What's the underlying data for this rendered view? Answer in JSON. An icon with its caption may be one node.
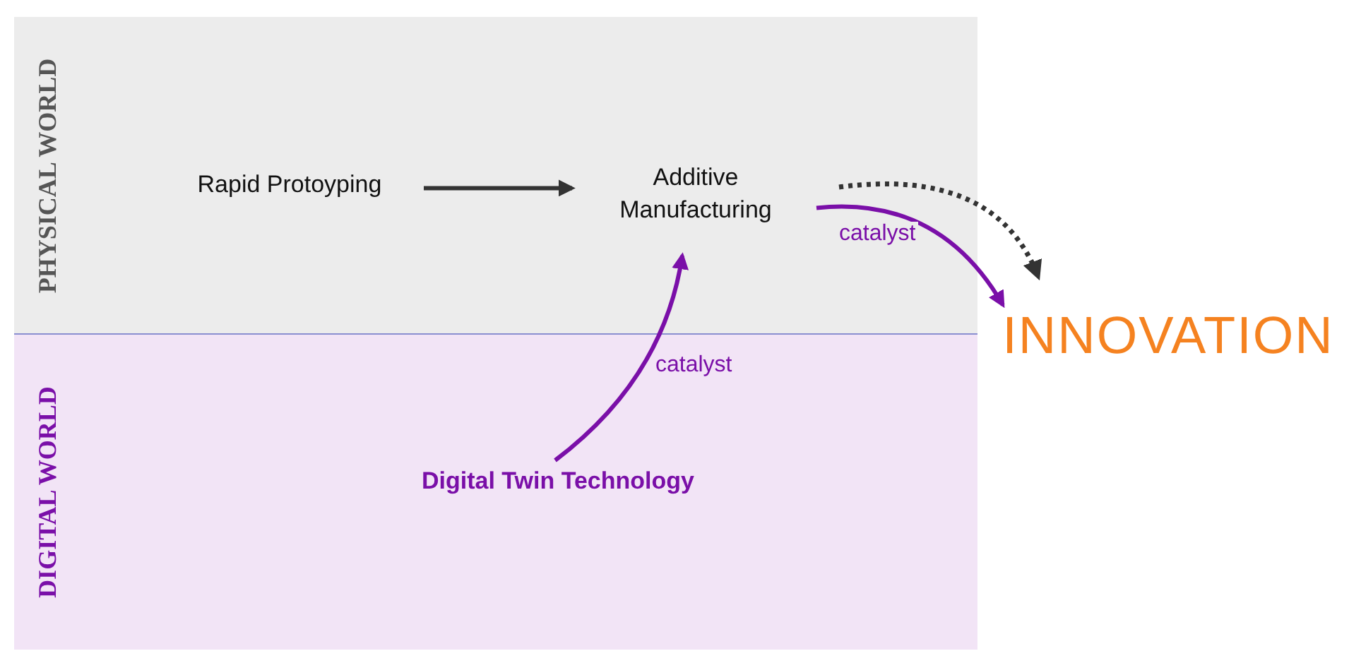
{
  "diagram": {
    "nodes": [
      {
        "text": [
          "PHYSICAL WORLD"
        ]
      },
      {
        "text": [
          "DIGITAL WORLD"
        ]
      },
      {
        "text": [
          "Rapid Protoyping"
        ],
        "in": 0
      },
      {
        "text": [
          "Additive Manufacturing"
        ],
        "in": 0
      },
      {
        "text": [
          "Digital Twin Technology"
        ],
        "in": 1
      },
      {
        "text": [
          "INNOVATION"
        ]
      }
    ],
    "edges": [
      {
        "from": 2,
        "to": 3,
        "arrow": "to"
      },
      {
        "from": 3,
        "to": 5,
        "arrow": "to",
        "label": "catalyst",
        "color": "#7a0fa8"
      },
      {
        "from": 3,
        "to": 5,
        "arrow": "to",
        "style": "dashed"
      },
      {
        "from": 4,
        "to": 3,
        "arrow": "to",
        "label": "catalyst",
        "color": "#7a0fa8"
      }
    ]
  }
}
